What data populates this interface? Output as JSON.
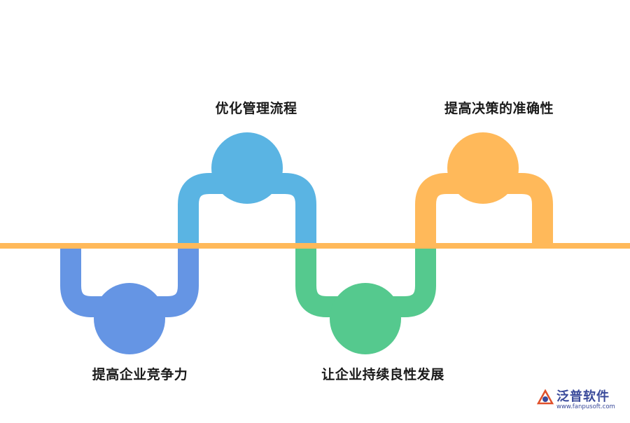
{
  "diagram": {
    "steps": [
      {
        "label": "提高企业竞争力",
        "color": "#6595e4",
        "direction": "down"
      },
      {
        "label": "优化管理流程",
        "color": "#5ab4e3",
        "direction": "up"
      },
      {
        "label": "让企业持续良性发展",
        "color": "#55c98e",
        "direction": "down"
      },
      {
        "label": "提高决策的准确性",
        "color": "#ffb95a",
        "direction": "up"
      }
    ],
    "baseline_color": "#ffb95a"
  },
  "logo": {
    "name": "泛普软件",
    "url": "www.fanpusoft.com"
  }
}
